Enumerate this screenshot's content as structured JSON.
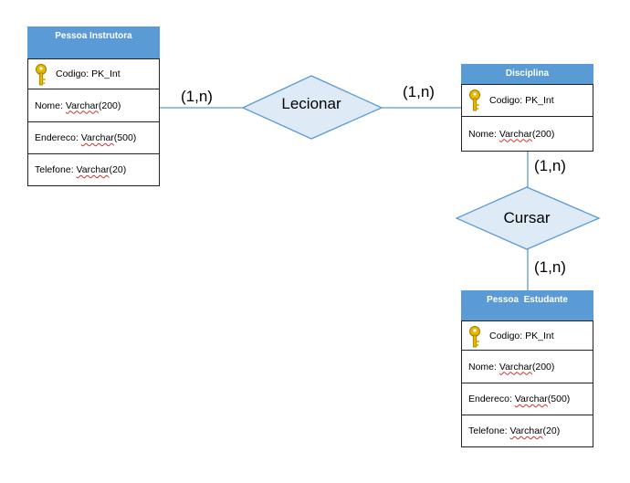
{
  "entities": {
    "instrutora": {
      "title": "Pessoa Instrutora",
      "pk": {
        "name": "Codigo:",
        "type": "PK_Int"
      },
      "attrs": [
        {
          "name": "Nome:",
          "type": "Varchar",
          "size": "(200)"
        },
        {
          "name": "Endereco:",
          "type": "Varchar",
          "size": "(500)"
        },
        {
          "name": "Telefone:",
          "type": "Varchar",
          "size": "(20)"
        }
      ]
    },
    "disciplina": {
      "title": "Disciplina",
      "pk": {
        "name": "Codigo:",
        "type": "PK_Int"
      },
      "attrs": [
        {
          "name": "Nome:",
          "type": "Varchar",
          "size": "(200)"
        }
      ]
    },
    "estudante": {
      "title": "Pessoa  Estudante",
      "pk": {
        "name": "Codigo:",
        "type": "PK_Int"
      },
      "attrs": [
        {
          "name": "Nome:",
          "type": "Varchar",
          "size": "(200)"
        },
        {
          "name": "Endereco:",
          "type": "Varchar",
          "size": "(500)"
        },
        {
          "name": "Telefone:",
          "type": "Varchar",
          "size": "(20)"
        }
      ]
    }
  },
  "relationships": {
    "lecionar": {
      "label": "Lecionar",
      "card_left": "(1,n)",
      "card_right": "(1,n)"
    },
    "cursar": {
      "label": "Cursar",
      "card_top": "(1,n)",
      "card_bottom": "(1,n)"
    }
  },
  "colors": {
    "header": "#5b9bd5",
    "diamond_fill": "#deebf7",
    "diamond_stroke": "#5b9bd5",
    "line": "#5b9bd5",
    "key": "#e6b800"
  }
}
